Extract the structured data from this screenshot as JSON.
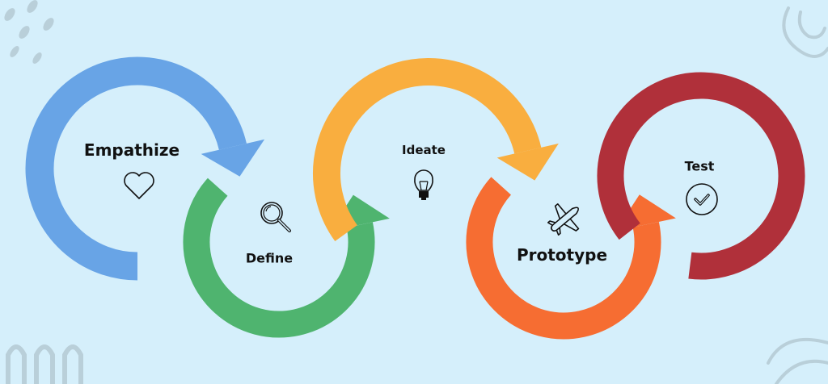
{
  "stages": [
    {
      "label": "Empathize",
      "icon": "heart-icon",
      "color": "#68a4e6"
    },
    {
      "label": "Define",
      "icon": "magnifier-icon",
      "color": "#4fb46f"
    },
    {
      "label": "Ideate",
      "icon": "lightbulb-icon",
      "color": "#f9ae3f"
    },
    {
      "label": "Prototype",
      "icon": "airplane-icon",
      "color": "#f66d32"
    },
    {
      "label": "Test",
      "icon": "check-circle-icon",
      "color": "#b0303a"
    }
  ],
  "background": "#d5effb"
}
